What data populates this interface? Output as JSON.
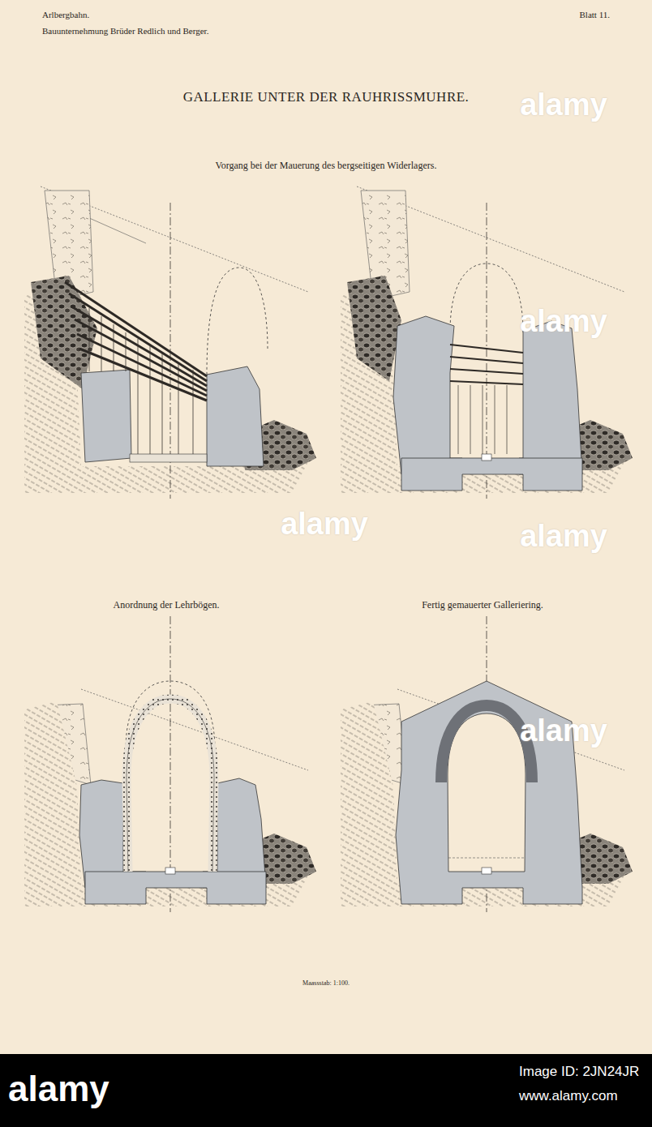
{
  "diagram": {
    "title": "GALLERIE UNTER DER RAUHRISSMUHRE.",
    "labels": [
      "Arlbergbahn.",
      "Bauunternehmung Brüder Redlich und Berger.",
      "Blatt 11.",
      "Vorgang bei der Mauerung des bergseitigen Widerlagers.",
      "Anordnung der Lehrbögen.",
      "Fertig gemauerter Galleriering.",
      "Maassstab: 1:100.",
      "alamy",
      "alamy",
      "alamy",
      "alamy",
      "alamy",
      "alamy",
      "Image ID: 2JN24JR",
      "www.alamy.com"
    ]
  }
}
